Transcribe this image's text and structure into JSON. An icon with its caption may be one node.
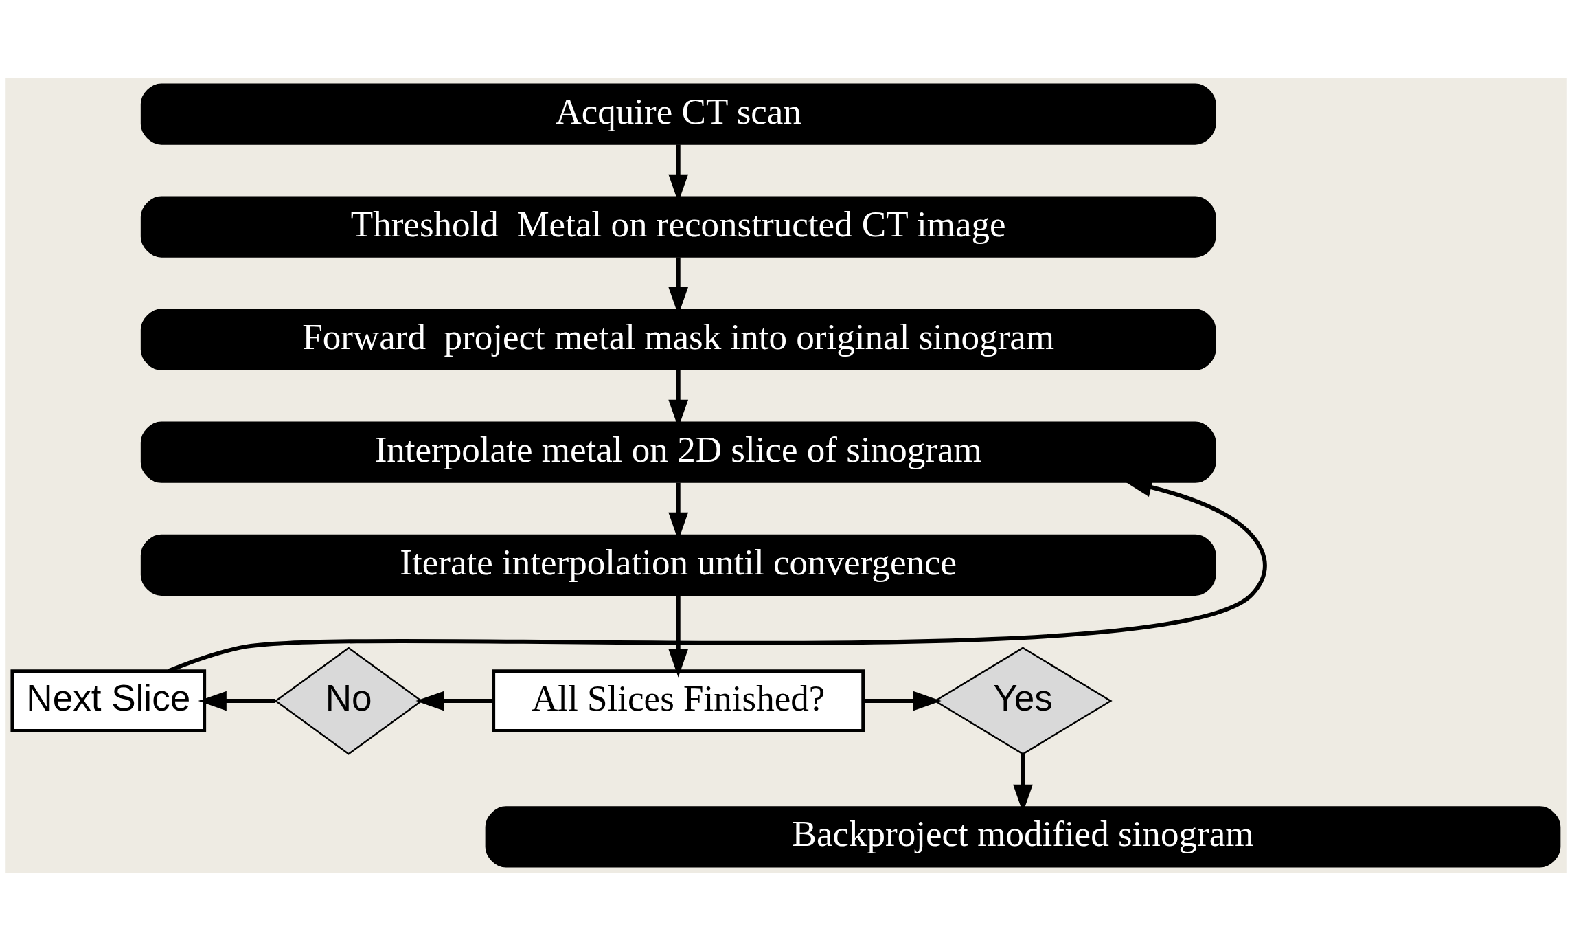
{
  "diagram": {
    "nodes": [
      {
        "text": [
          "Acquire CT scan"
        ]
      },
      {
        "text": [
          "Threshold  Metal on reconstructed CT image"
        ]
      },
      {
        "text": [
          "Forward  project metal mask into original sinogram"
        ]
      },
      {
        "text": [
          "Interpolate metal on 2D slice of sinogram"
        ]
      },
      {
        "text": [
          "Iterate interpolation until convergence"
        ]
      },
      {
        "text": [
          "All Slices Finished?"
        ]
      },
      {
        "text": [
          "No"
        ]
      },
      {
        "text": [
          "Next Slice"
        ]
      },
      {
        "text": [
          "Yes"
        ]
      },
      {
        "text": [
          "Backproject modified sinogram"
        ]
      }
    ],
    "edges": [
      {
        "from": 0,
        "to": 1,
        "arrow": "to"
      },
      {
        "from": 1,
        "to": 2,
        "arrow": "to"
      },
      {
        "from": 2,
        "to": 3,
        "arrow": "to"
      },
      {
        "from": 3,
        "to": 4,
        "arrow": "to"
      },
      {
        "from": 4,
        "to": 5,
        "arrow": "to"
      },
      {
        "from": 5,
        "to": 6,
        "arrow": "to"
      },
      {
        "from": 6,
        "to": 7,
        "arrow": "to"
      },
      {
        "from": 7,
        "to": 3,
        "arrow": "to"
      },
      {
        "from": 5,
        "to": 8,
        "arrow": "to"
      },
      {
        "from": 8,
        "to": 9,
        "arrow": "to"
      }
    ]
  }
}
